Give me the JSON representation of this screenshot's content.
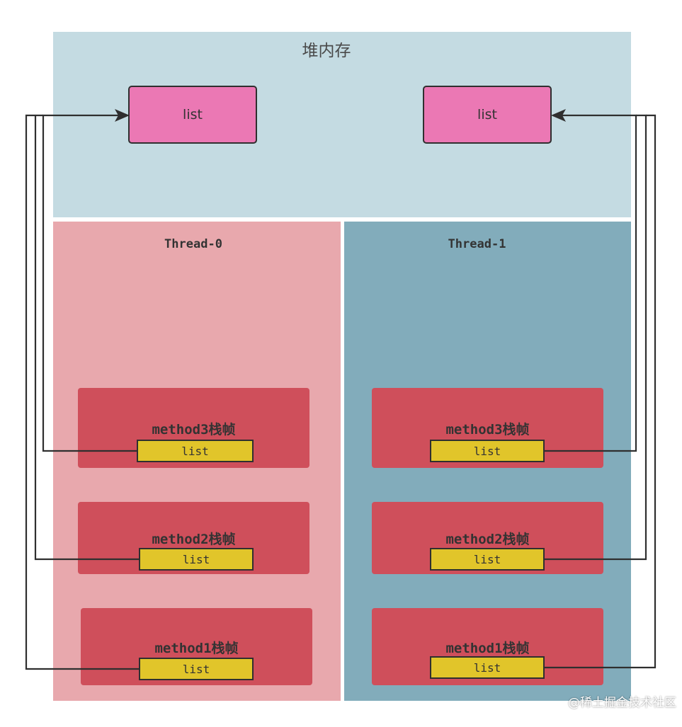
{
  "heap": {
    "title": "堆内存",
    "objects": [
      {
        "label": "list"
      },
      {
        "label": "list"
      }
    ]
  },
  "threads": [
    {
      "name": "Thread-0",
      "frames": [
        {
          "label": "method3栈帧",
          "var": "list"
        },
        {
          "label": "method2栈帧",
          "var": "list"
        },
        {
          "label": "method1栈帧",
          "var": "list"
        }
      ]
    },
    {
      "name": "Thread-1",
      "frames": [
        {
          "label": "method3栈帧",
          "var": "list"
        },
        {
          "label": "method2栈帧",
          "var": "list"
        },
        {
          "label": "method1栈帧",
          "var": "list"
        }
      ]
    }
  ],
  "watermark": "@稀土掘金技术社区",
  "colors": {
    "heap_bg": "#c4dbe2",
    "heap_object": "#eb78b4",
    "thread0_bg": "#e8a8ad",
    "thread1_bg": "#82acbb",
    "frame_bg": "#cf4f5b",
    "local_var": "#e1c52a",
    "line": "#2f2f2f"
  }
}
